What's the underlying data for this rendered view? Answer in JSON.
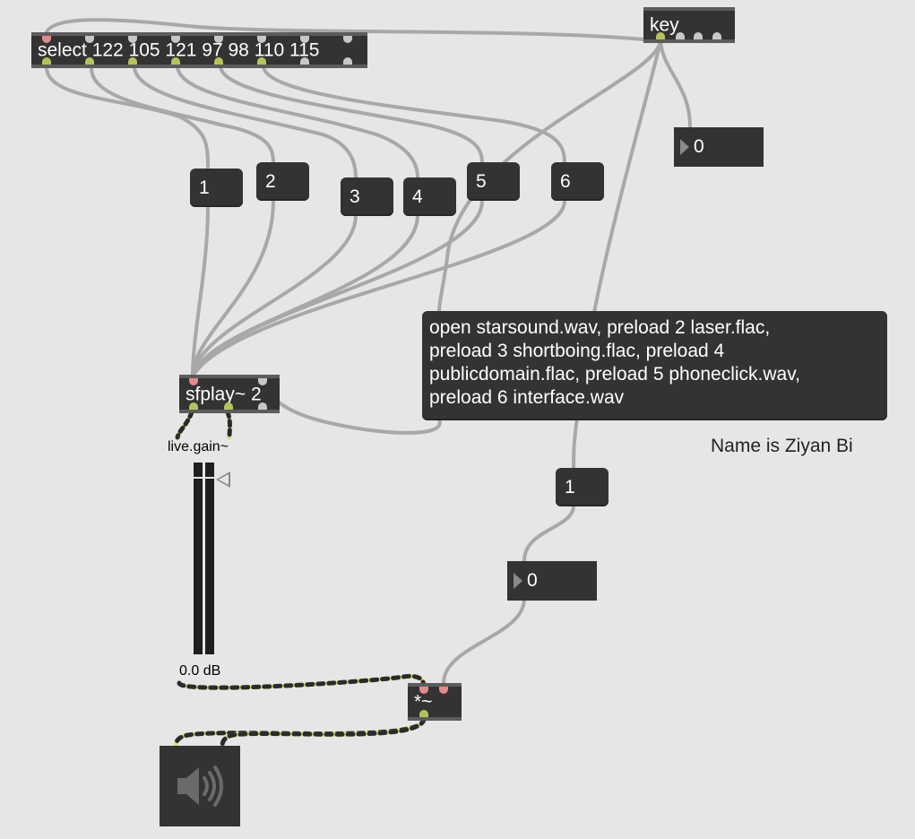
{
  "objects": {
    "select": "select 122 105 121 97 98 110 115",
    "key": "key",
    "sfplay": "sfplay~ 2",
    "times": "*~"
  },
  "messages": {
    "m1": "1",
    "m2": "2",
    "m3": "3",
    "m4": "4",
    "m5": "5",
    "m6": "6",
    "open": "open starsound.wav, preload 2 laser.flac,\npreload 3 shortboing.flac, preload 4\npublicdomain.flac, preload 5 phoneclick.wav,\npreload 6 interface.wav",
    "one": "1"
  },
  "numbers": {
    "key_number": "0",
    "gain_number": "0"
  },
  "gain": {
    "label": "live.gain~",
    "value_text": "0.0 dB",
    "level": 0.0
  },
  "comment": "Name is Ziyan Bi",
  "dac_icon": "speaker-icon",
  "colors": {
    "background": "#e6e6e6",
    "object": "#333333",
    "cord": "#a8a8a8",
    "signal_cord": "#d9e08a",
    "inlet_hot": "#e58a8a",
    "outlet": "#b7c35a"
  }
}
